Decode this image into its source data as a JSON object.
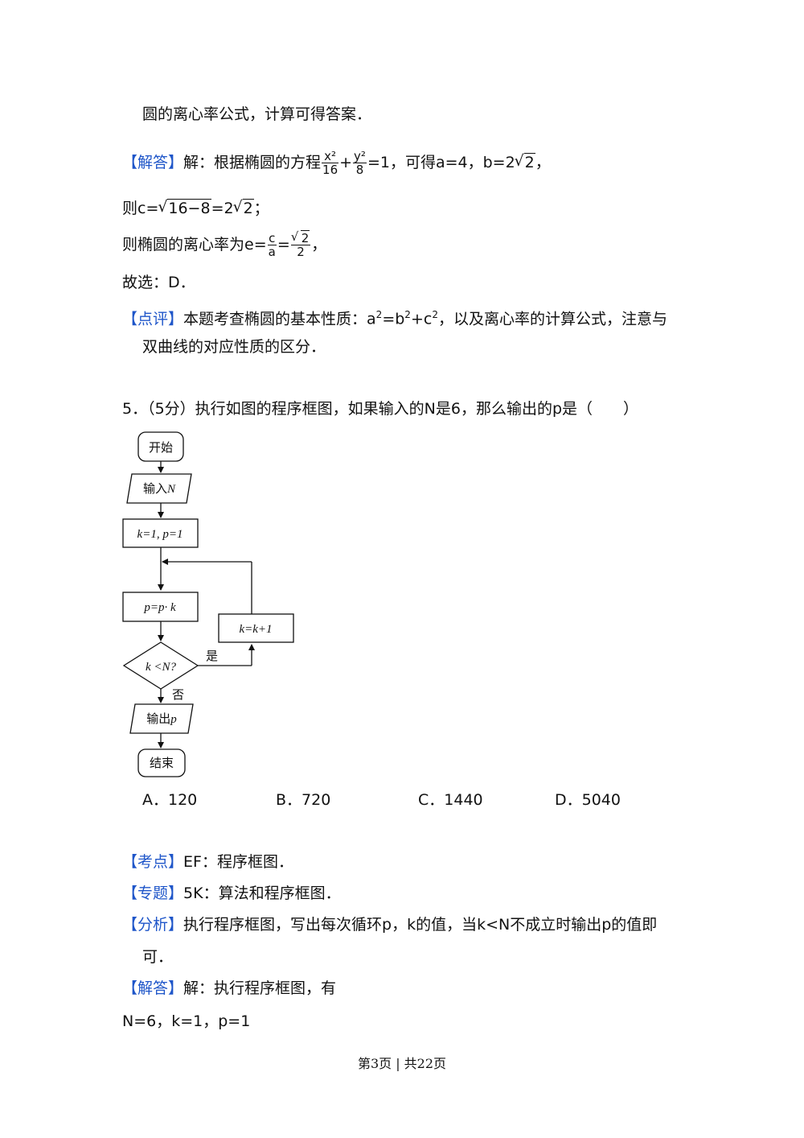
{
  "lines": {
    "l1": "圆的离心率公式，计算可得答案．",
    "jieda_tag": "【解答】",
    "jieda1_a": "解：根据椭圆的方程",
    "frac1_num": "x²",
    "frac1_den": "16",
    "plus": "+",
    "frac2_num": "y²",
    "frac2_den": "8",
    "jieda1_b": "=1，可得a=4，b=2",
    "sqrt2": "2",
    "comma": "，",
    "l3_a": "则c=",
    "l3_rad": "16−8",
    "l3_b": "=2",
    "l3_c": "；",
    "l4_a": "则椭圆的离心率为e=",
    "frac3_num": "c",
    "frac3_den": "a",
    "eq": "=",
    "frac4_den": "2",
    "l4_c": "，",
    "l5": "故选：D．",
    "dianping_tag": "【点评】",
    "dianping_a": "本题考查椭圆的基本性质：a",
    "dianping_b": "=b",
    "dianping_c": "+c",
    "dianping_d": "，以及离心率的计算公式，注意与",
    "sup2": "2",
    "l7": "双曲线的对应性质的区分．"
  },
  "question": {
    "text": "5．（5分）执行如图的程序框图，如果输入的N是6，那么输出的p是（　　）",
    "options": [
      "A．120",
      "B．720",
      "C．1440",
      "D．5040"
    ]
  },
  "flowchart": {
    "start": "开始",
    "input_label": "输入",
    "input_var": "N",
    "init": "k=1, p=1",
    "assign": "p=p· k",
    "increment": "k=k+1",
    "condition": "k <N?",
    "yes": "是",
    "no": "否",
    "output_label": "输出",
    "output_var": "p",
    "end": "结束"
  },
  "analysis": {
    "kaodian_tag": "【考点】",
    "kaodian": "EF：程序框图．",
    "zhuanti_tag": "【专题】",
    "zhuanti": "5K：算法和程序框图．",
    "fenxi_tag": "【分析】",
    "fenxi1": "执行程序框图，写出每次循环p，k的值，当k<N不成立时输出p的值即",
    "fenxi2": "可．",
    "jieda_tag": "【解答】",
    "jieda": "解：执行程序框图，有",
    "last": "N=6，k=1，p=1"
  },
  "footer": "第3页 | 共22页"
}
